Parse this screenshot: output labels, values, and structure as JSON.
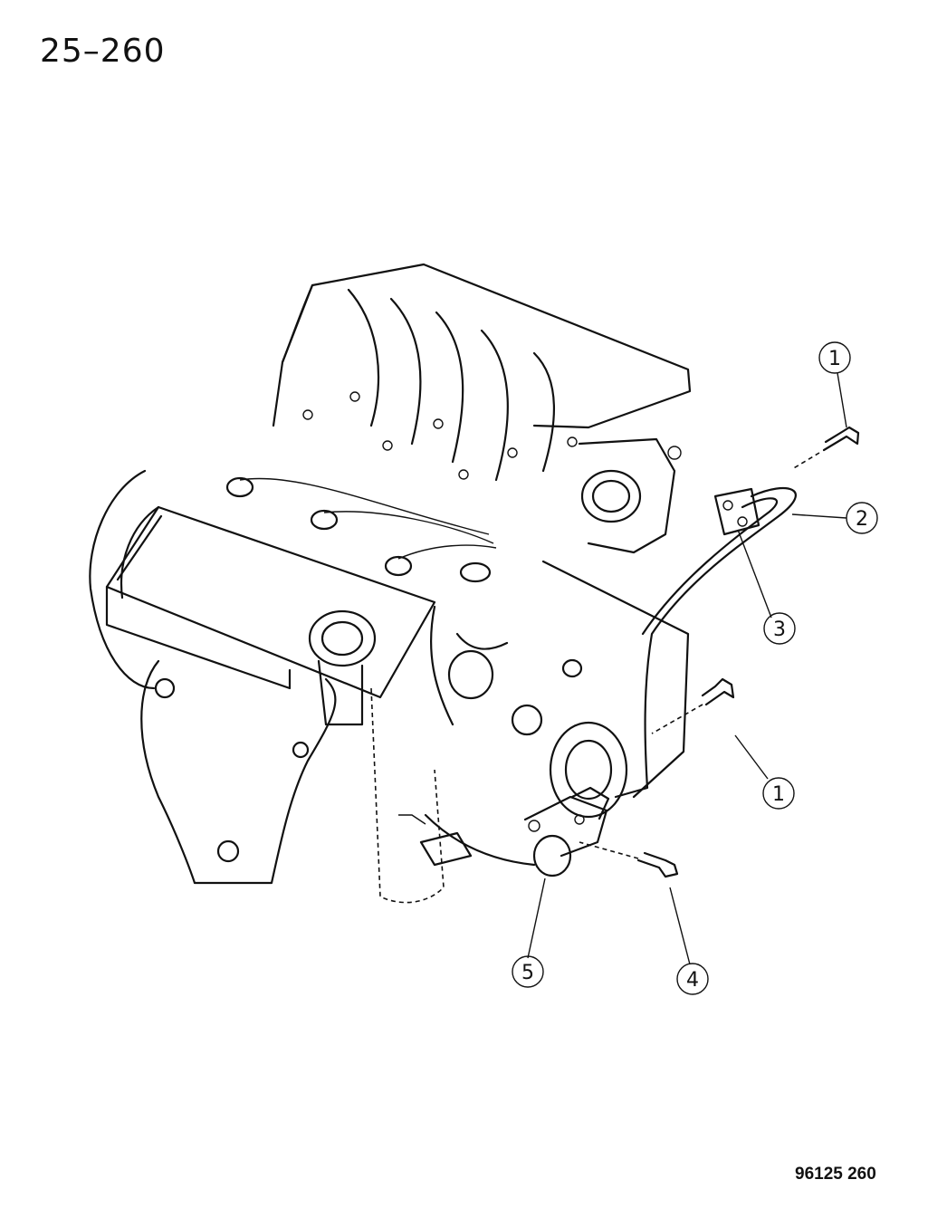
{
  "page": {
    "number": "25–260",
    "doc_code": "96125  260"
  },
  "callouts": [
    {
      "id": "callout-1-top",
      "label": "1"
    },
    {
      "id": "callout-2",
      "label": "2"
    },
    {
      "id": "callout-3",
      "label": "3"
    },
    {
      "id": "callout-1-mid",
      "label": "1"
    },
    {
      "id": "callout-4",
      "label": "4"
    },
    {
      "id": "callout-5",
      "label": "5"
    }
  ]
}
